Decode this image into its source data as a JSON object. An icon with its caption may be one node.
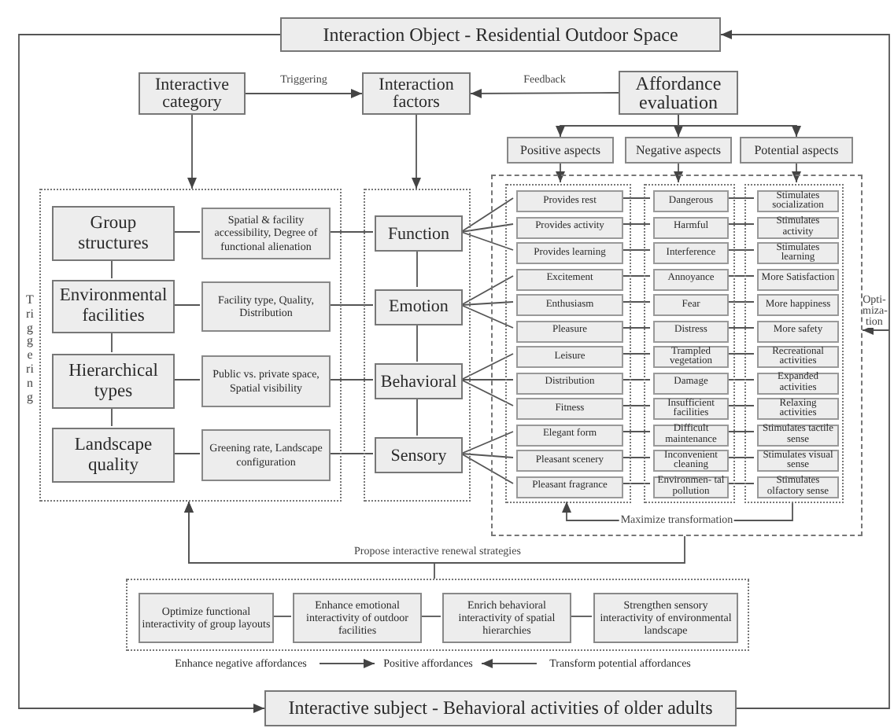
{
  "diagram": {
    "nodes": [
      {
        "text": [
          "Interaction Object - Residential Outdoor Space"
        ]
      },
      {
        "text": [
          "Interactive category"
        ]
      },
      {
        "text": [
          "Interaction factors"
        ]
      },
      {
        "text": [
          "Affordance evaluation"
        ]
      },
      {
        "text": [
          "Positive aspects"
        ]
      },
      {
        "text": [
          "Negative aspects"
        ]
      },
      {
        "text": [
          "Potential aspects"
        ]
      },
      {
        "text": [],
        "shape": "box"
      },
      {
        "text": [
          "Group structures"
        ],
        "in": 7
      },
      {
        "text": [
          "Spatial & facility accessibility, Degree of functional alienation"
        ],
        "in": 7
      },
      {
        "text": [
          "Environmental facilities"
        ],
        "in": 7
      },
      {
        "text": [
          "Facility type, Quality, Distribution"
        ],
        "in": 7
      },
      {
        "text": [
          "Hierarchical types"
        ],
        "in": 7
      },
      {
        "text": [
          "Public vs. private space, Spatial visibility"
        ],
        "in": 7
      },
      {
        "text": [
          "Landscape quality"
        ],
        "in": 7
      },
      {
        "text": [
          "Greening rate, Landscape configuration"
        ],
        "in": 7
      },
      {
        "text": [],
        "shape": "box"
      },
      {
        "text": [
          "Function"
        ],
        "in": 16
      },
      {
        "text": [
          "Emotion"
        ],
        "in": 16
      },
      {
        "text": [
          "Behavioral"
        ],
        "in": 16
      },
      {
        "text": [
          "Sensory"
        ],
        "in": 16
      },
      {
        "text": [],
        "shape": "box"
      },
      {
        "text": [],
        "shape": "box",
        "in": 21
      },
      {
        "text": [
          "Provides rest"
        ],
        "in": 22
      },
      {
        "text": [
          "Provides activity"
        ],
        "in": 22
      },
      {
        "text": [
          "Provides learning"
        ],
        "in": 22
      },
      {
        "text": [
          "Excitement"
        ],
        "in": 22
      },
      {
        "text": [
          "Enthusiasm"
        ],
        "in": 22
      },
      {
        "text": [
          "Pleasure"
        ],
        "in": 22
      },
      {
        "text": [
          "Leisure"
        ],
        "in": 22
      },
      {
        "text": [
          "Distribution"
        ],
        "in": 22
      },
      {
        "text": [
          "Fitness"
        ],
        "in": 22
      },
      {
        "text": [
          "Elegant form"
        ],
        "in": 22
      },
      {
        "text": [
          "Pleasant scenery"
        ],
        "in": 22
      },
      {
        "text": [
          "Pleasant fragrance"
        ],
        "in": 22
      },
      {
        "text": [],
        "shape": "box",
        "in": 21
      },
      {
        "text": [
          "Dangerous"
        ],
        "in": 35
      },
      {
        "text": [
          "Harmful"
        ],
        "in": 35
      },
      {
        "text": [
          "Interference"
        ],
        "in": 35
      },
      {
        "text": [
          "Annoyance"
        ],
        "in": 35
      },
      {
        "text": [
          "Fear"
        ],
        "in": 35
      },
      {
        "text": [
          "Distress"
        ],
        "in": 35
      },
      {
        "text": [
          "Trampled vegetation"
        ],
        "in": 35
      },
      {
        "text": [
          "Damage"
        ],
        "in": 35
      },
      {
        "text": [
          "Insufficient facilities"
        ],
        "in": 35
      },
      {
        "text": [
          "Difficult maintenance"
        ],
        "in": 35
      },
      {
        "text": [
          "Inconvenient cleaning"
        ],
        "in": 35
      },
      {
        "text": [
          "Environmen- tal pollution"
        ],
        "in": 35
      },
      {
        "text": [],
        "shape": "box",
        "in": 21
      },
      {
        "text": [
          "Stimulates socialization"
        ],
        "in": 48
      },
      {
        "text": [
          "Stimulates activity"
        ],
        "in": 48
      },
      {
        "text": [
          "Stimulates learning"
        ],
        "in": 48
      },
      {
        "text": [
          "More Satisfaction"
        ],
        "in": 48
      },
      {
        "text": [
          "More happiness"
        ],
        "in": 48
      },
      {
        "text": [
          "More safety"
        ],
        "in": 48
      },
      {
        "text": [
          "Recreational activities"
        ],
        "in": 48
      },
      {
        "text": [
          "Expanded activities"
        ],
        "in": 48
      },
      {
        "text": [
          "Relaxing activities"
        ],
        "in": 48
      },
      {
        "text": [
          "Stimulates tactile sense"
        ],
        "in": 48
      },
      {
        "text": [
          "Stimulates visual sense"
        ],
        "in": 48
      },
      {
        "text": [
          "Stimulates olfactory sense"
        ],
        "in": 48
      },
      {
        "text": [],
        "shape": "box"
      },
      {
        "text": [
          "Optimize functional interactivity of group layouts"
        ],
        "in": 61
      },
      {
        "text": [
          "Enhance emotional interactivity of outdoor facilities"
        ],
        "in": 61
      },
      {
        "text": [
          "Enrich behavioral interactivity of spatial hierarchies"
        ],
        "in": 61
      },
      {
        "text": [
          "Strengthen sensory interactivity of environmental landscape"
        ],
        "in": 61
      },
      {
        "text": [
          "Enhance negative affordances"
        ]
      },
      {
        "text": [
          "Positive affordances"
        ]
      },
      {
        "text": [
          "Transform potential affordances"
        ]
      },
      {
        "text": [
          "Interactive subject - Behavioral activities of older adults"
        ]
      }
    ],
    "edges": [
      {
        "from": 1,
        "to": 2,
        "arrow": "to",
        "label": "Triggering"
      },
      {
        "from": 3,
        "to": 2,
        "arrow": "to",
        "label": "Feedback"
      },
      {
        "from": 3,
        "to": 4,
        "arrow": "to"
      },
      {
        "from": 3,
        "to": 5,
        "arrow": "to"
      },
      {
        "from": 3,
        "to": 6,
        "arrow": "to"
      },
      {
        "from": 1,
        "to": 7,
        "arrow": "to"
      },
      {
        "from": 2,
        "to": 16,
        "arrow": "to"
      },
      {
        "from": 4,
        "to": 22,
        "arrow": "to"
      },
      {
        "from": 5,
        "to": 35,
        "arrow": "to"
      },
      {
        "from": 6,
        "to": 48,
        "arrow": "to"
      },
      {
        "from": 8,
        "to": 9,
        "arrow": "none"
      },
      {
        "from": 10,
        "to": 11,
        "arrow": "none"
      },
      {
        "from": 12,
        "to": 13,
        "arrow": "none"
      },
      {
        "from": 14,
        "to": 15,
        "arrow": "none"
      },
      {
        "from": 9,
        "to": 17,
        "arrow": "none"
      },
      {
        "from": 11,
        "to": 18,
        "arrow": "none"
      },
      {
        "from": 13,
        "to": 19,
        "arrow": "none"
      },
      {
        "from": 15,
        "to": 20,
        "arrow": "none"
      },
      {
        "from": 8,
        "to": 10,
        "arrow": "none"
      },
      {
        "from": 10,
        "to": 12,
        "arrow": "none"
      },
      {
        "from": 12,
        "to": 14,
        "arrow": "none"
      },
      {
        "from": 17,
        "to": 18,
        "arrow": "none"
      },
      {
        "from": 18,
        "to": 19,
        "arrow": "none"
      },
      {
        "from": 19,
        "to": 20,
        "arrow": "none"
      },
      {
        "from": 17,
        "to": 23,
        "arrow": "none"
      },
      {
        "from": 17,
        "to": 24,
        "arrow": "none"
      },
      {
        "from": 17,
        "to": 25,
        "arrow": "none"
      },
      {
        "from": 18,
        "to": 26,
        "arrow": "none"
      },
      {
        "from": 18,
        "to": 27,
        "arrow": "none"
      },
      {
        "from": 18,
        "to": 28,
        "arrow": "none"
      },
      {
        "from": 19,
        "to": 29,
        "arrow": "none"
      },
      {
        "from": 19,
        "to": 30,
        "arrow": "none"
      },
      {
        "from": 19,
        "to": 31,
        "arrow": "none"
      },
      {
        "from": 20,
        "to": 32,
        "arrow": "none"
      },
      {
        "from": 20,
        "to": 33,
        "arrow": "none"
      },
      {
        "from": 20,
        "to": 34,
        "arrow": "none"
      },
      {
        "from": 23,
        "to": 36,
        "arrow": "none"
      },
      {
        "from": 24,
        "to": 37,
        "arrow": "none"
      },
      {
        "from": 25,
        "to": 38,
        "arrow": "none"
      },
      {
        "from": 26,
        "to": 39,
        "arrow": "none"
      },
      {
        "from": 27,
        "to": 40,
        "arrow": "none"
      },
      {
        "from": 28,
        "to": 41,
        "arrow": "none"
      },
      {
        "from": 29,
        "to": 42,
        "arrow": "none"
      },
      {
        "from": 30,
        "to": 43,
        "arrow": "none"
      },
      {
        "from": 31,
        "to": 44,
        "arrow": "none"
      },
      {
        "from": 32,
        "to": 45,
        "arrow": "none"
      },
      {
        "from": 33,
        "to": 46,
        "arrow": "none"
      },
      {
        "from": 34,
        "to": 47,
        "arrow": "none"
      },
      {
        "from": 36,
        "to": 49,
        "arrow": "none"
      },
      {
        "from": 37,
        "to": 50,
        "arrow": "none"
      },
      {
        "from": 38,
        "to": 51,
        "arrow": "none"
      },
      {
        "from": 39,
        "to": 52,
        "arrow": "none"
      },
      {
        "from": 40,
        "to": 53,
        "arrow": "none"
      },
      {
        "from": 41,
        "to": 54,
        "arrow": "none"
      },
      {
        "from": 42,
        "to": 55,
        "arrow": "none"
      },
      {
        "from": 43,
        "to": 56,
        "arrow": "none"
      },
      {
        "from": 44,
        "to": 57,
        "arrow": "none"
      },
      {
        "from": 45,
        "to": 58,
        "arrow": "none"
      },
      {
        "from": 46,
        "to": 59,
        "arrow": "none"
      },
      {
        "from": 47,
        "to": 60,
        "arrow": "none"
      },
      {
        "from": 48,
        "to": 22,
        "arrow": "to",
        "label": "Maximize transformation"
      },
      {
        "from": 21,
        "to": 7,
        "arrow": "to",
        "label": "Propose interactive renewal strategies"
      },
      {
        "from": 61,
        "to": 7,
        "arrow": "to"
      },
      {
        "from": 62,
        "to": 63,
        "arrow": "none"
      },
      {
        "from": 63,
        "to": 64,
        "arrow": "none"
      },
      {
        "from": 64,
        "to": 65,
        "arrow": "none"
      },
      {
        "from": 66,
        "to": 67,
        "arrow": "to"
      },
      {
        "from": 68,
        "to": 67,
        "arrow": "to"
      },
      {
        "from": 0,
        "to": 69,
        "arrow": "to",
        "label": "Triggering"
      },
      {
        "from": 69,
        "to": 0,
        "arrow": "to"
      },
      {
        "from": null,
        "to": 21,
        "arrow": "to",
        "label": "Opti- miza- tion"
      }
    ]
  }
}
